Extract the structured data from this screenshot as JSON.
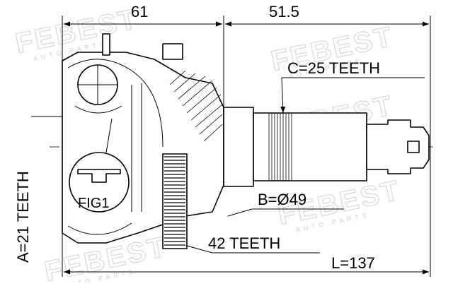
{
  "watermark": {
    "brand": "FEBEST",
    "tagline": "AUTO PARTS"
  },
  "dimensions": {
    "length_a": "61",
    "length_b": "51.5",
    "total_length": "L=137"
  },
  "labels": {
    "spline_outer": "C=25 TEETH",
    "spline_inner": "A=21 TEETH",
    "seal_diameter": "B=Ø49",
    "abs_ring": "42 TEETH",
    "figure": "FIG1"
  }
}
